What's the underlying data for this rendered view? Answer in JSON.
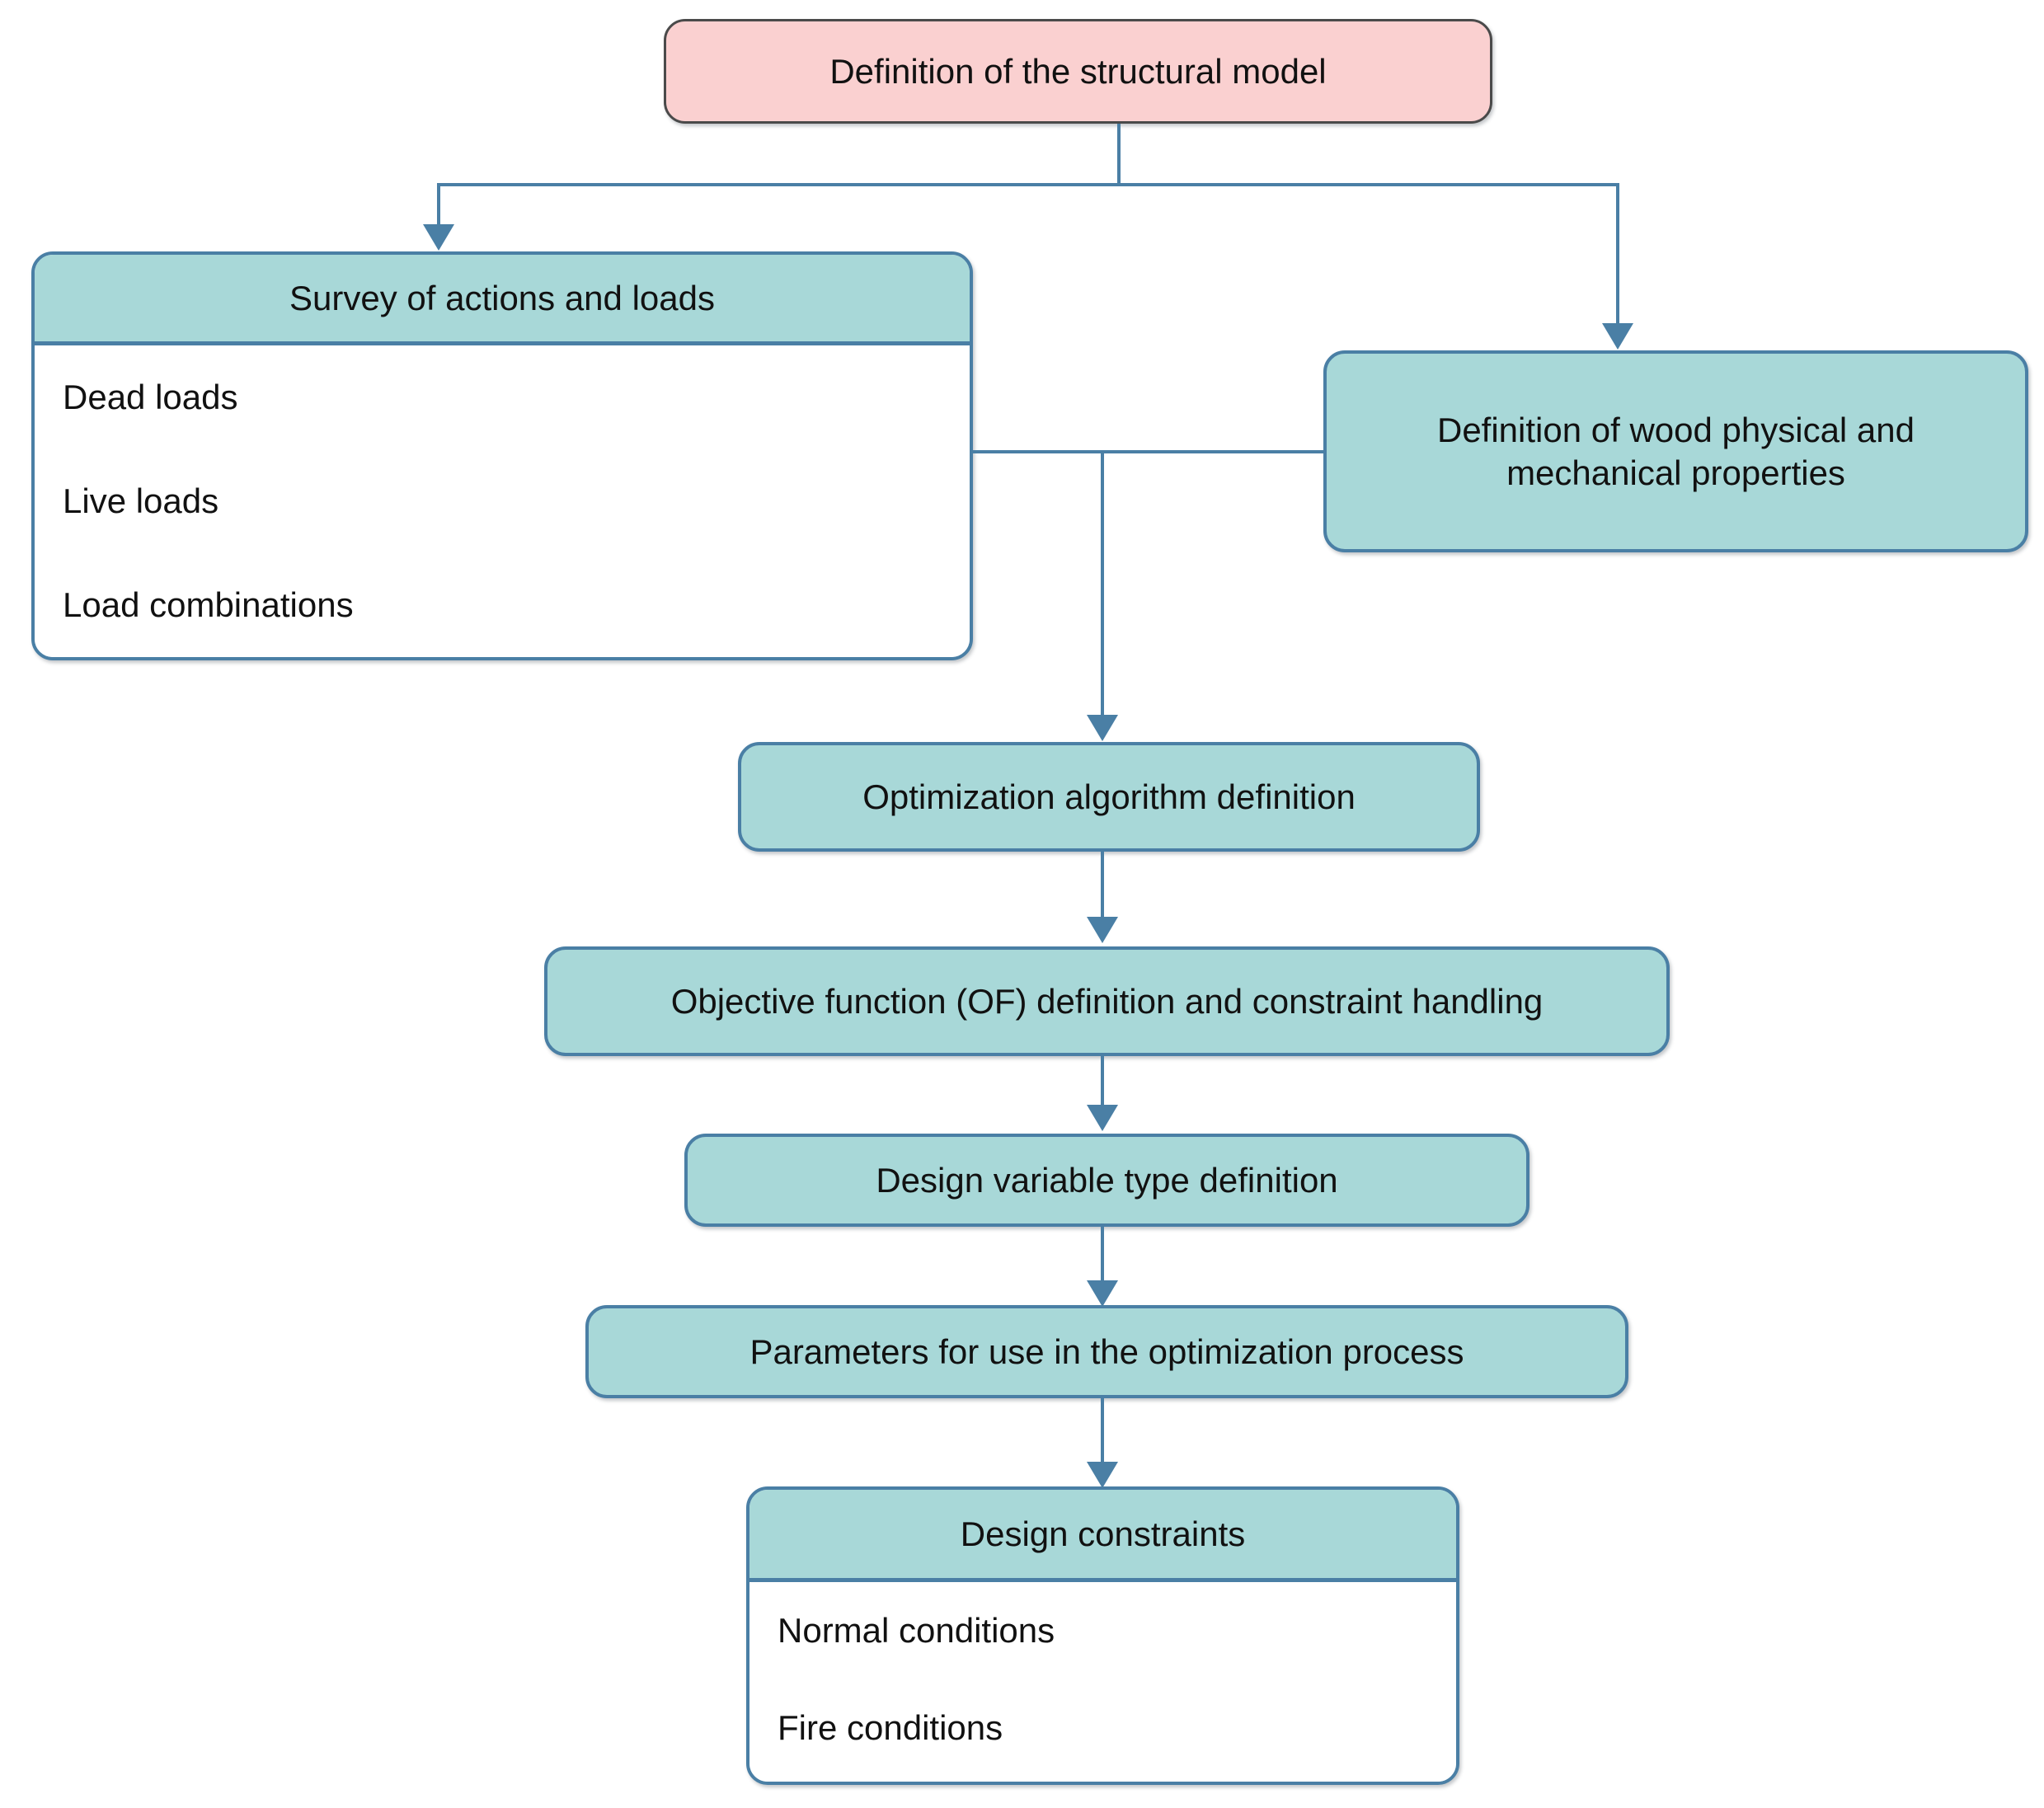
{
  "diagram": {
    "title": "Structural optimization workflow flowchart",
    "colors": {
      "start_fill": "#FAD0D0",
      "process_fill": "#A8D8D8",
      "border": "#4A7FA5",
      "body_fill": "#FFFFFF",
      "text": "#111111"
    }
  },
  "nodes": {
    "structural_model": {
      "label": "Definition of the structural model",
      "type": "start"
    },
    "survey": {
      "header": "Survey of actions and loads",
      "items": [
        "Dead loads",
        "Live loads",
        "Load combinations"
      ]
    },
    "wood_properties": {
      "label": "Definition of wood physical and\nmechanical properties",
      "type": "process"
    },
    "optimization_algorithm": {
      "label": "Optimization algorithm definition",
      "type": "process"
    },
    "objective_function": {
      "label": "Objective function (OF) definition and constraint handling",
      "type": "process"
    },
    "design_variable": {
      "label": "Design variable type definition",
      "type": "process"
    },
    "parameters": {
      "label": "Parameters for use in the optimization process",
      "type": "process"
    },
    "design_constraints": {
      "header": "Design constraints",
      "items": [
        "Normal conditions",
        "Fire conditions"
      ]
    }
  },
  "edges": [
    {
      "from": "structural_model",
      "to": "survey"
    },
    {
      "from": "structural_model",
      "to": "wood_properties"
    },
    {
      "from": "survey",
      "to": "optimization_algorithm"
    },
    {
      "from": "wood_properties",
      "to": "optimization_algorithm"
    },
    {
      "from": "optimization_algorithm",
      "to": "objective_function"
    },
    {
      "from": "objective_function",
      "to": "design_variable"
    },
    {
      "from": "design_variable",
      "to": "parameters"
    },
    {
      "from": "parameters",
      "to": "design_constraints"
    }
  ]
}
